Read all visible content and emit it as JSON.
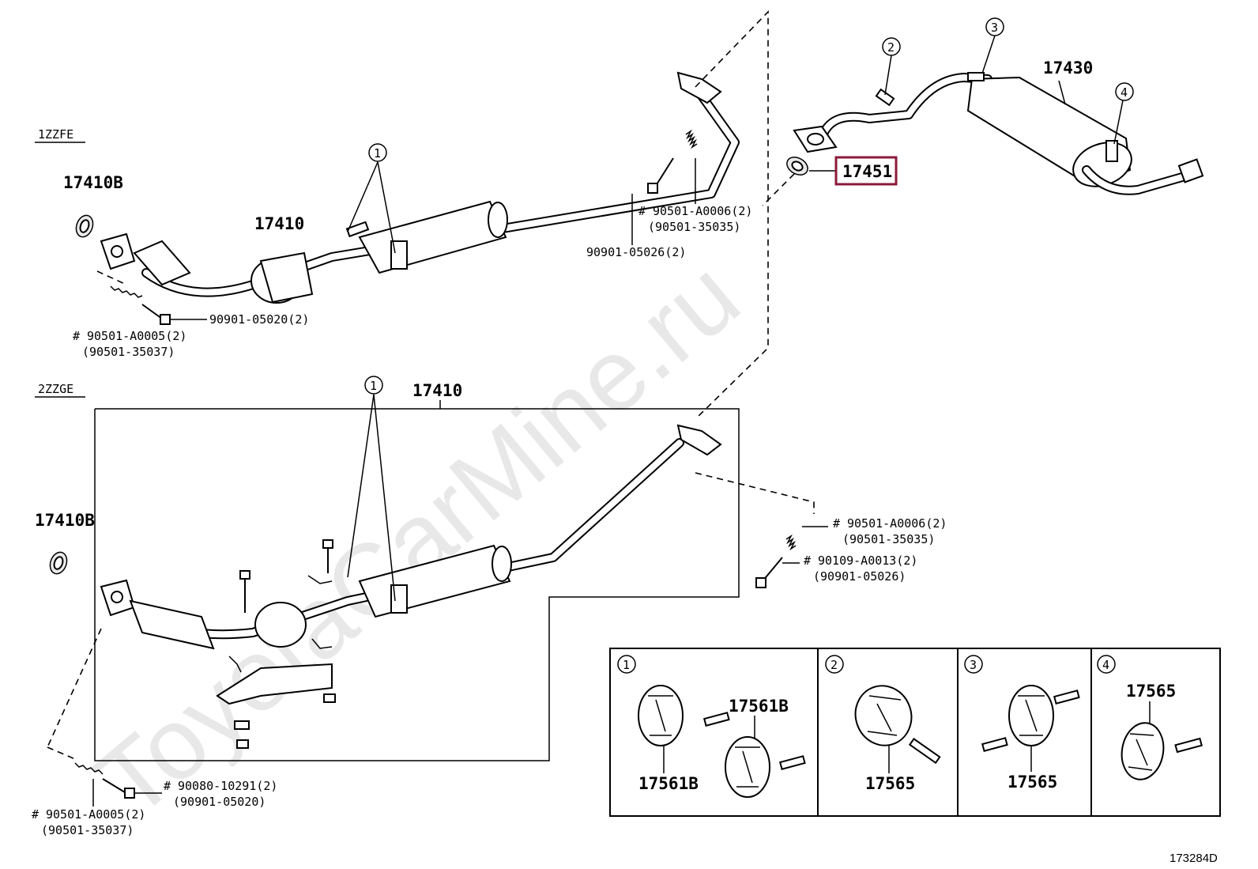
{
  "watermark": "ToyotaCarMine.ru",
  "figure_code": "173284D",
  "highlight_color": "#8b1a3a",
  "sections": {
    "top_engine": "1ZZFE",
    "bottom_engine": "2ZZGE"
  },
  "parts": {
    "p17410B_top": "17410B",
    "p17410_top": "17410",
    "p17410B_bot": "17410B",
    "p17410_bot": "17410",
    "p17430": "17430",
    "p17451": "17451"
  },
  "callouts": {
    "c1_top": "1",
    "c1_bot": "1",
    "c2": "2",
    "c3": "3",
    "c4": "4"
  },
  "fasteners": {
    "top_spring_hash": "#",
    "top_spring_code": "90501-A0006(2)",
    "top_spring_alt": "(90501-35035)",
    "top_bolt": "90901-05026(2)",
    "front_bolt": "90901-05020(2)",
    "front_spring_hash": "#",
    "front_spring_code": "90501-A0005(2)",
    "front_spring_alt": "(90501-35037)",
    "mid_spring_hash": "#",
    "mid_spring_code": "90501-A0006(2)",
    "mid_spring_alt": "(90501-35035)",
    "mid_bolt_hash": "#",
    "mid_bolt_code": "90109-A0013(2)",
    "mid_bolt_alt": "(90901-05026)",
    "bot_bolt_hash": "#",
    "bot_bolt_code": "90080-10291(2)",
    "bot_bolt_alt": "(90901-05020)",
    "bot_spring_hash": "#",
    "bot_spring_code": "90501-A0005(2)",
    "bot_spring_alt": "(90501-35037)"
  },
  "hanger_table": [
    {
      "num": "1",
      "labels": [
        "17561B",
        "17561B"
      ]
    },
    {
      "num": "2",
      "labels": [
        "17565"
      ]
    },
    {
      "num": "3",
      "labels": [
        "17565"
      ]
    },
    {
      "num": "4",
      "labels": [
        "17565"
      ]
    }
  ]
}
